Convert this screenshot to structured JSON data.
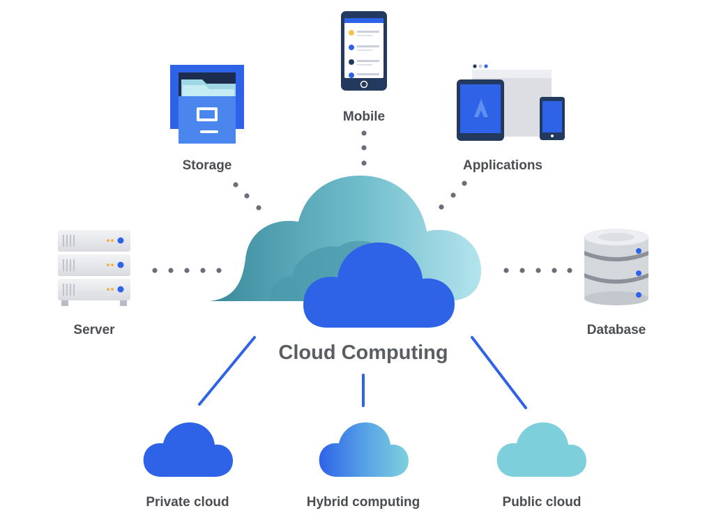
{
  "title": "Cloud Computing",
  "nodes": {
    "mobile": "Mobile",
    "storage": "Storage",
    "applications": "Applications",
    "server": "Server",
    "database": "Database"
  },
  "deployment": {
    "private": "Private cloud",
    "hybrid": "Hybrid computing",
    "public": "Public cloud"
  },
  "colors": {
    "blue": "#2e63e8",
    "teal": "#7ecfdc",
    "dark_teal": "#3e8ea0",
    "label": "#4a4d52",
    "dots": "#6b6e78"
  }
}
